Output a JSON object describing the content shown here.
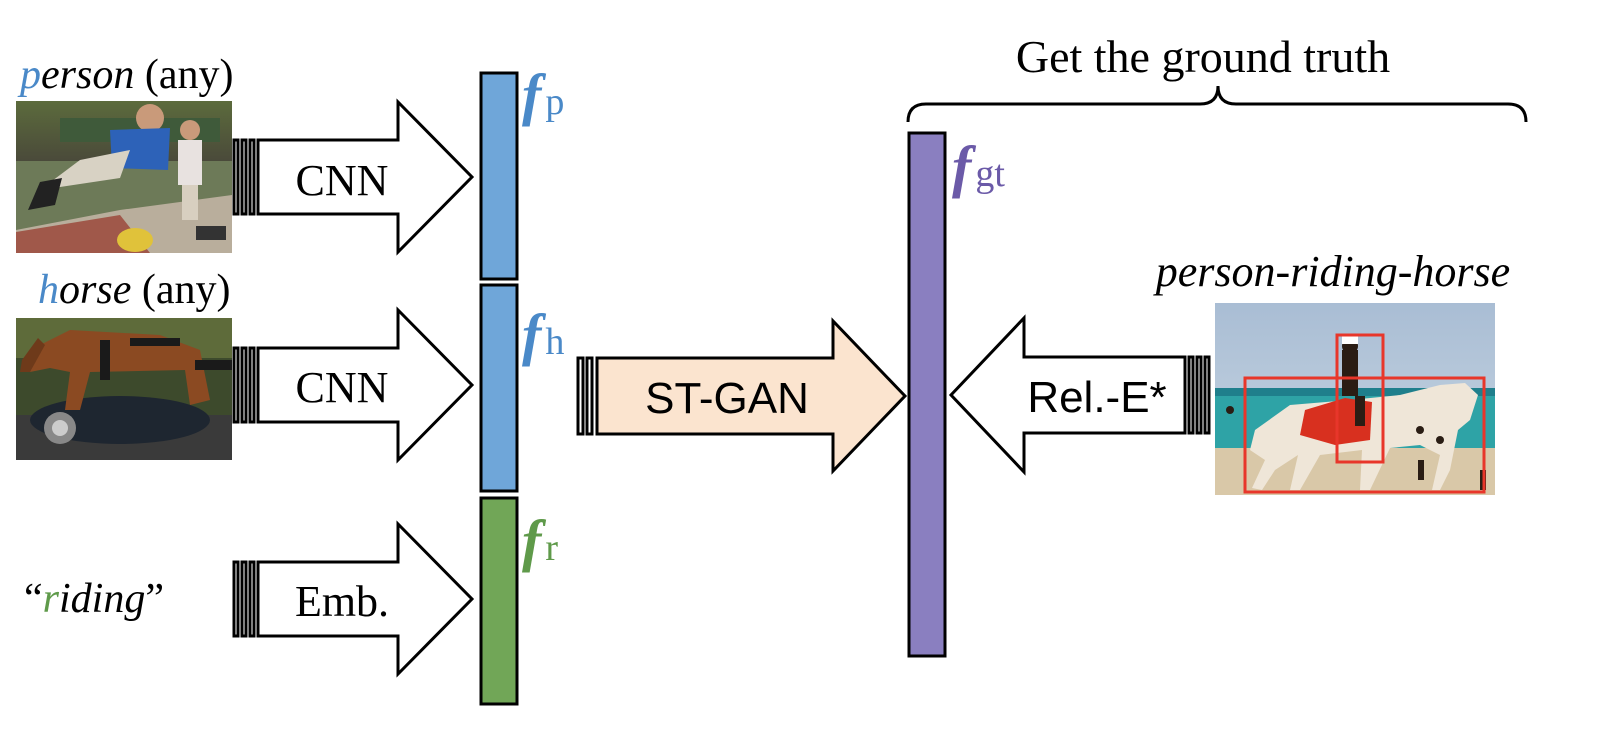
{
  "inputs": [
    {
      "initial": "p",
      "rest": "erson",
      "suffix": " (any)",
      "encoder": "CNN",
      "photo": "person-jumping-photo"
    },
    {
      "initial": "h",
      "rest": "orse",
      "suffix": " (any)",
      "encoder": "CNN",
      "photo": "horse-carriage-photo"
    },
    {
      "quote_open": "“",
      "initial": "r",
      "rest": "iding",
      "quote_close": "”",
      "encoder": "Emb."
    }
  ],
  "features": [
    {
      "symbol": "f",
      "sub": "p",
      "color": "#4a89c8",
      "fill": "#6fa6d9"
    },
    {
      "symbol": "f",
      "sub": "h",
      "color": "#4a89c8",
      "fill": "#6fa6d9"
    },
    {
      "symbol": "f",
      "sub": "r",
      "color": "#5f9a4a",
      "fill": "#71a657"
    }
  ],
  "generator": {
    "label": "ST-GAN",
    "fill": "#fbe4cf"
  },
  "ground_truth": {
    "brace_label": "Get the ground truth",
    "feature": {
      "symbol": "f",
      "sub": "gt",
      "color": "#6b5aa8",
      "fill": "#8a7fc0"
    },
    "extractor": "Rel.-E*",
    "image_caption": "person-riding-horse",
    "box_color": "#e8362a"
  }
}
